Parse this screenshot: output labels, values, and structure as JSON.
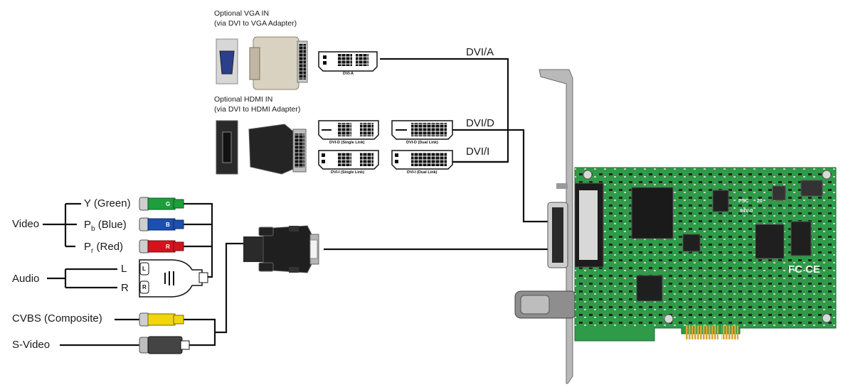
{
  "labels": {
    "opt_vga": [
      "Optional VGA IN",
      "(via DVI to VGA Adapter)"
    ],
    "opt_hdmi": [
      "Optional HDMI IN",
      "(via DVI to HDMI Adapter)"
    ],
    "dvi_a": "DVI/A",
    "dvi_d": "DVI/D",
    "dvi_i": "DVI/I",
    "video": "Video",
    "y_green": "Y (Green)",
    "pb_blue_pre": "P",
    "pb_blue_sub": "b",
    "pb_blue_post": " (Blue)",
    "pr_red_pre": "P",
    "pr_red_sub": "r",
    "pr_red_post": " (Red)",
    "audio": "Audio",
    "audio_l": "L",
    "audio_r": "R",
    "cvbs": "CVBS (Composite)",
    "svideo": "S-Video"
  },
  "connector_tags": {
    "dvi_a": "DVI-A",
    "dvi_d_single": "DVI-D (Single Link)",
    "dvi_d_dual": "DVI-D (Dual Link)",
    "dvi_i_single": "DVI-I (Single Link)",
    "dvi_i_dual": "DVI-I (Dual Link)"
  },
  "plug_letters": {
    "g": "G",
    "b": "B",
    "r": "R",
    "l": "L",
    "rr": "R"
  },
  "board_marks": {
    "psc": "PSC",
    "psc_num": "20",
    "rating": "94V-0",
    "fcc": "FC CE"
  },
  "colors": {
    "green_plug": "#1e9e3c",
    "blue_plug": "#1c4fae",
    "red_plug": "#d3141e",
    "yellow_plug": "#f1d60a",
    "pcb": "#2f9a48",
    "bracket": "#b9b9b9",
    "gold": "#d9a635",
    "line": "#111111"
  }
}
